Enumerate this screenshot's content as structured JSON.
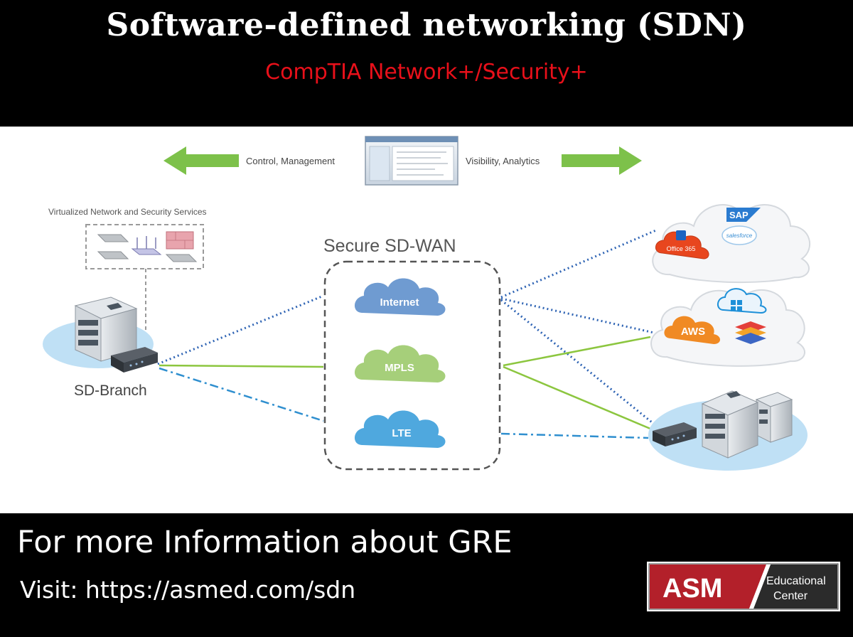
{
  "header": {
    "title": "Software-defined networking (SDN)",
    "subtitle": "CompTIA Network+/Security+"
  },
  "diagram": {
    "control_label": "Control, Management",
    "visibility_label": "Visibility, Analytics",
    "services_label": "Virtualized Network and Security Services",
    "wan_title": "Secure SD-WAN",
    "branch_label": "SD-Branch",
    "clouds": {
      "internet": "Internet",
      "mpls": "MPLS",
      "lte": "LTE"
    },
    "saas": {
      "sap": "SAP",
      "office": "Office 365",
      "salesforce": "salesforce"
    },
    "iaas": {
      "aws": "AWS"
    }
  },
  "footer": {
    "info": "For more Information about GRE",
    "visit": "Visit: https://asmed.com/sdn"
  },
  "logo": {
    "asm": "ASM",
    "line1": "Educational",
    "line2": "Center"
  },
  "colors": {
    "arrow_green": "#7dc14a",
    "link_green": "#8cc63f",
    "dotted_blue": "#2f64b4",
    "dashdot_blue": "#2f8fcf",
    "cloud_blue": "#6f9bd1",
    "cloud_green": "#a6cf7a",
    "pad_blue": "#bfe0f5",
    "title_red": "#e8101a",
    "logo_red": "#b3202a"
  }
}
